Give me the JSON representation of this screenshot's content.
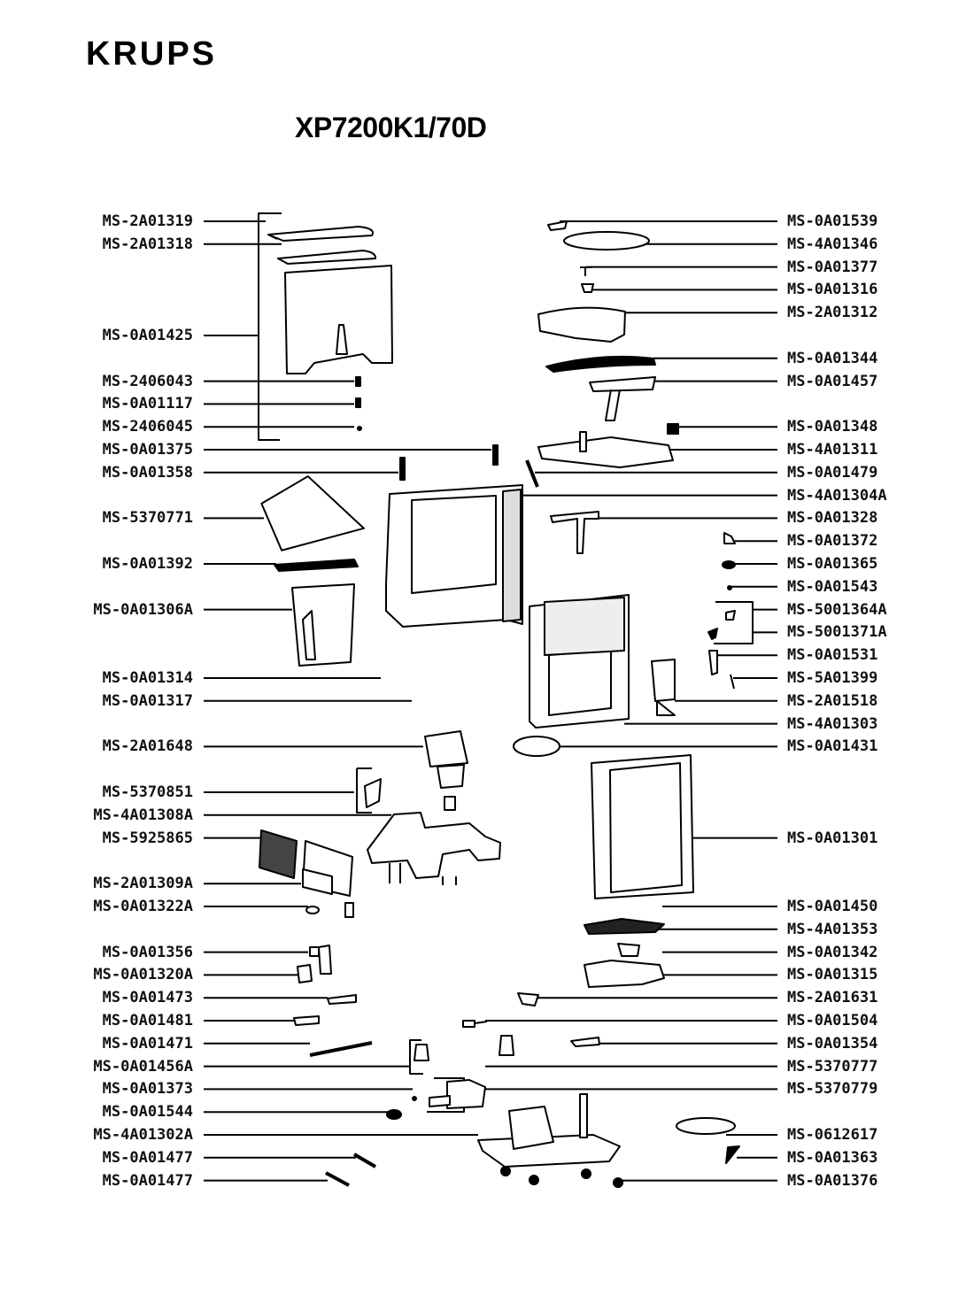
{
  "header": {
    "brand": "KRUPS",
    "model": "XP7200K1/70D"
  },
  "diagram": {
    "type": "exploded-parts-diagram",
    "left_labels": [
      {
        "code": "MS-2A01319",
        "row": 0
      },
      {
        "code": "MS-2A01318",
        "row": 1
      },
      {
        "code": "MS-0A01425",
        "row": 5
      },
      {
        "code": "MS-2406043",
        "row": 7
      },
      {
        "code": "MS-0A01117",
        "row": 8
      },
      {
        "code": "MS-2406045",
        "row": 9
      },
      {
        "code": "MS-0A01375",
        "row": 10
      },
      {
        "code": "MS-0A01358",
        "row": 11
      },
      {
        "code": "MS-5370771",
        "row": 13
      },
      {
        "code": "MS-0A01392",
        "row": 15
      },
      {
        "code": "MS-0A01306A",
        "row": 17
      },
      {
        "code": "MS-0A01314",
        "row": 20
      },
      {
        "code": "MS-0A01317",
        "row": 21
      },
      {
        "code": "MS-2A01648",
        "row": 23
      },
      {
        "code": "MS-5370851",
        "row": 25
      },
      {
        "code": "MS-4A01308A",
        "row": 26
      },
      {
        "code": "MS-5925865",
        "row": 27
      },
      {
        "code": "MS-2A01309A",
        "row": 29
      },
      {
        "code": "MS-0A01322A",
        "row": 30
      },
      {
        "code": "MS-0A01356",
        "row": 32
      },
      {
        "code": "MS-0A01320A",
        "row": 33
      },
      {
        "code": "MS-0A01473",
        "row": 34
      },
      {
        "code": "MS-0A01481",
        "row": 35
      },
      {
        "code": "MS-0A01471",
        "row": 36
      },
      {
        "code": "MS-0A01456A",
        "row": 37
      },
      {
        "code": "MS-0A01373",
        "row": 38
      },
      {
        "code": "MS-0A01544",
        "row": 39
      },
      {
        "code": "MS-4A01302A",
        "row": 40
      },
      {
        "code": "MS-0A01477",
        "row": 41
      },
      {
        "code": "MS-0A01477",
        "row": 42
      }
    ],
    "right_labels": [
      {
        "code": "MS-0A01539",
        "row": 0
      },
      {
        "code": "MS-4A01346",
        "row": 1
      },
      {
        "code": "MS-0A01377",
        "row": 2
      },
      {
        "code": "MS-0A01316",
        "row": 3
      },
      {
        "code": "MS-2A01312",
        "row": 4
      },
      {
        "code": "MS-0A01344",
        "row": 6
      },
      {
        "code": "MS-0A01457",
        "row": 7
      },
      {
        "code": "MS-0A01348",
        "row": 9
      },
      {
        "code": "MS-4A01311",
        "row": 10
      },
      {
        "code": "MS-0A01479",
        "row": 11
      },
      {
        "code": "MS-4A01304A",
        "row": 12
      },
      {
        "code": "MS-0A01328",
        "row": 13
      },
      {
        "code": "MS-0A01372",
        "row": 14
      },
      {
        "code": "MS-0A01365",
        "row": 15
      },
      {
        "code": "MS-0A01543",
        "row": 16
      },
      {
        "code": "MS-5001364A",
        "row": 17
      },
      {
        "code": "MS-5001371A",
        "row": 18
      },
      {
        "code": "MS-0A01531",
        "row": 19
      },
      {
        "code": "MS-5A01399",
        "row": 20
      },
      {
        "code": "MS-2A01518",
        "row": 21
      },
      {
        "code": "MS-4A01303",
        "row": 22
      },
      {
        "code": "MS-0A01431",
        "row": 23
      },
      {
        "code": "MS-0A01301",
        "row": 27
      },
      {
        "code": "MS-0A01450",
        "row": 30
      },
      {
        "code": "MS-4A01353",
        "row": 31
      },
      {
        "code": "MS-0A01342",
        "row": 32
      },
      {
        "code": "MS-0A01315",
        "row": 33
      },
      {
        "code": "MS-2A01631",
        "row": 34
      },
      {
        "code": "MS-0A01504",
        "row": 35
      },
      {
        "code": "MS-0A01354",
        "row": 36
      },
      {
        "code": "MS-5370777",
        "row": 37
      },
      {
        "code": "MS-5370779",
        "row": 38
      },
      {
        "code": "MS-0612617",
        "row": 40
      },
      {
        "code": "MS-0A01363",
        "row": 41
      },
      {
        "code": "MS-0A01376",
        "row": 42
      }
    ]
  }
}
